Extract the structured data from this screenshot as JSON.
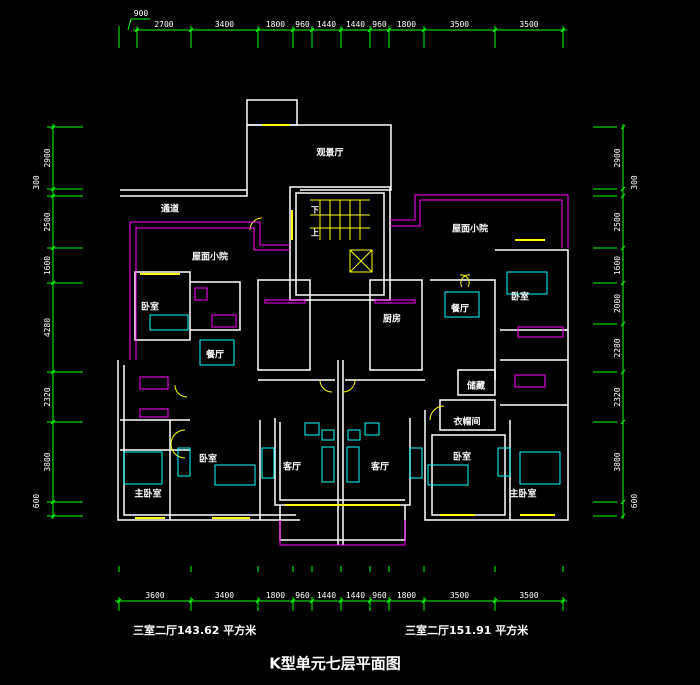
{
  "drawing_title": "K型单元七层平面图",
  "unit_areas": {
    "left": "三室二厅143.62 平方米",
    "right": "三室二厅151.91 平方米"
  },
  "dimensions": {
    "top": [
      "2700",
      "3400",
      "1800",
      "960",
      "1440",
      "1440",
      "960",
      "1800",
      "3500",
      "3500"
    ],
    "top_offset": "900",
    "bottom": [
      "3600",
      "3400",
      "1800",
      "960",
      "1440",
      "1440",
      "960",
      "1800",
      "3500",
      "3500"
    ],
    "left": [
      "2900",
      "300",
      "2500",
      "1600",
      "4280",
      "2320",
      "3800",
      "600"
    ],
    "right": [
      "2900",
      "300",
      "2500",
      "1600",
      "2000",
      "2280",
      "2320",
      "3800",
      "600"
    ]
  },
  "rooms": {
    "viewing_hall": "观景厅",
    "passage": "通道",
    "roof_yard_left": "屋面小院",
    "roof_yard_right": "屋面小院",
    "bedroom_left_top": "卧室",
    "dining_left": "餐厅",
    "kitchen_right": "厨房",
    "dining_right": "餐厅",
    "bedroom_right_top": "卧室",
    "storage": "储藏",
    "walkin_closet": "衣帽间",
    "living_left": "客厅",
    "living_right": "客厅",
    "bedroom_left": "卧室",
    "master_bedroom_left": "主卧室",
    "bedroom_right": "卧室",
    "master_bedroom_right": "主卧室"
  },
  "stair_labels": {
    "down": "下",
    "up": "上"
  },
  "colors": {
    "background": "#000000",
    "dimension": "#00ff00",
    "wall": "#ffffff",
    "window": "#ffff00",
    "furniture": "#00ffff",
    "fixtures": "#ff00ff"
  }
}
